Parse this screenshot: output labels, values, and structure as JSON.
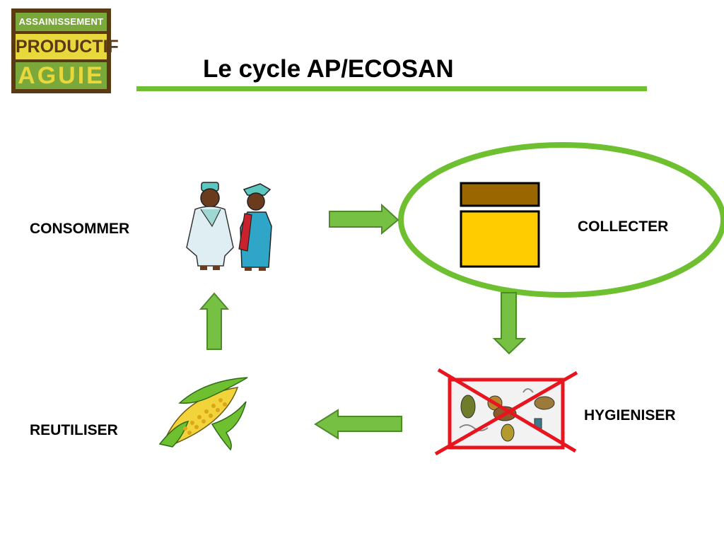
{
  "logo": {
    "line1": "ASSAINISSEMENT",
    "line2": "PRODUCTIF",
    "line3": "AGUIE"
  },
  "title": "Le cycle AP/ECOSAN",
  "steps": {
    "consommer": "CONSOMMER",
    "collecter": "COLLECTER",
    "hygieniser": "HYGIENISER",
    "reutiliser": "REUTILISER"
  },
  "colors": {
    "accent_green": "#6ec030",
    "arrow_green": "#76c043",
    "cross_red": "#e8141e",
    "container_lid": "#996600",
    "container_body": "#ffcc00"
  },
  "icons": [
    "people-icon",
    "container-icon",
    "germs-crossed-icon",
    "corn-icon"
  ]
}
